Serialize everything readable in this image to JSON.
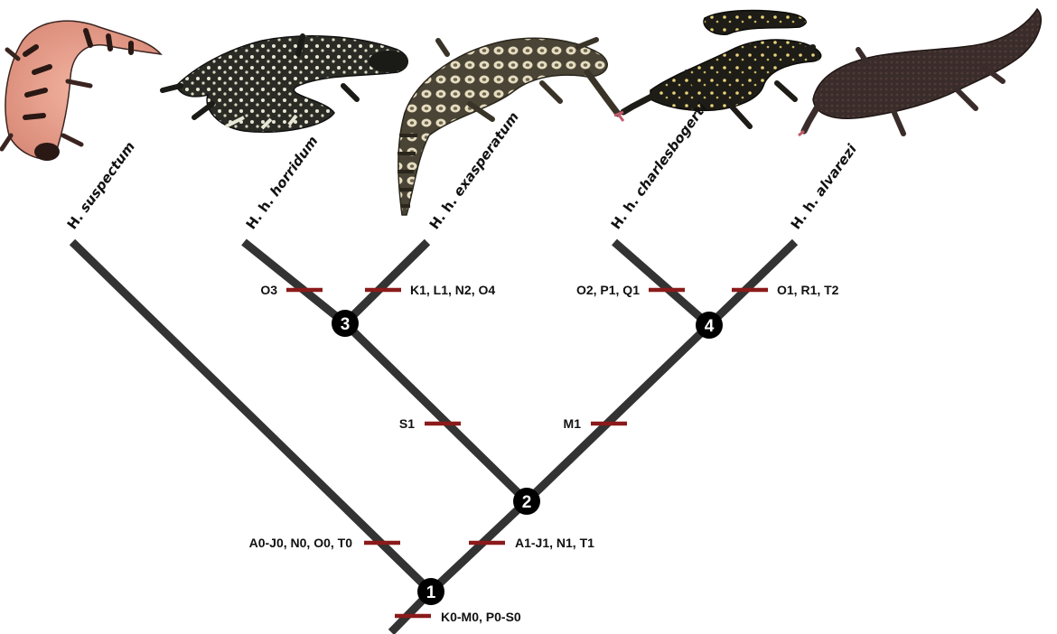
{
  "colors": {
    "branch": "#333333",
    "tick": "#8b1a1a",
    "node": "#000000",
    "node_text": "#ffffff"
  },
  "taxa": [
    {
      "prefix": "H. ",
      "name": "suspectum"
    },
    {
      "prefix": "H. h. ",
      "name": "horridum"
    },
    {
      "prefix": "H. h. ",
      "name": "exasperatum"
    },
    {
      "prefix": "H. h. ",
      "name": "charlesbogerti"
    },
    {
      "prefix": "H. h. ",
      "name": "alvarezi"
    }
  ],
  "images": [
    {
      "icon": "gila-monster-pink-banded-illustration"
    },
    {
      "icon": "beaded-lizard-black-white-speckled-illustration"
    },
    {
      "icon": "beaded-lizard-pale-reticulated-illustration"
    },
    {
      "icon": "beaded-lizard-black-yellow-spotted-illustration"
    },
    {
      "icon": "beaded-lizard-dark-brown-illustration"
    }
  ],
  "nodes": [
    "1",
    "2",
    "3",
    "4"
  ],
  "characters": {
    "root": "K0-M0, P0-S0",
    "suspectum_branch": "A0-J0, N0, O0, T0",
    "node2_branch": "A1-J1, N1, T1",
    "node3_branch": "S1",
    "node4_branch": "M1",
    "horridum_branch": "O3",
    "exasperatum_branch": "K1, L1, N2, O4",
    "charlesbogerti_branch": "O2, P1, Q1",
    "alvarezi_branch": "O1, R1, T2"
  }
}
